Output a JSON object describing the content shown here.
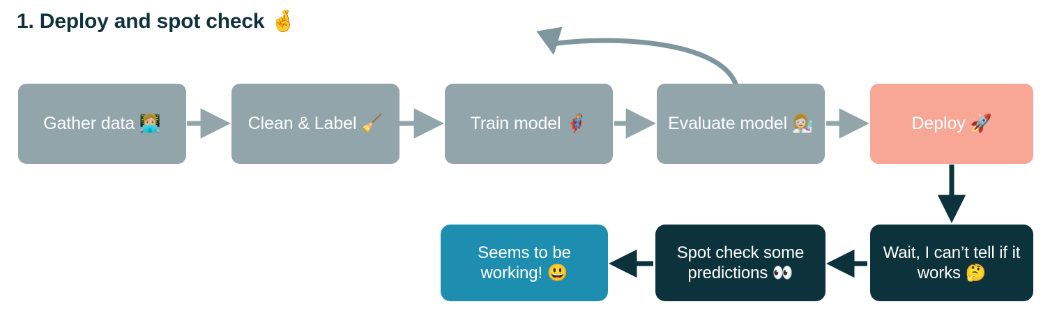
{
  "page": {
    "title": "1. Deploy and spot check 🤞",
    "background_color": "#ffffff"
  },
  "colors": {
    "grey_blue": "#92a5ab",
    "coral": "#f8a696",
    "teal": "#1e8eb0",
    "dark_teal": "#0c323b",
    "title_text": "#10323c",
    "box_text": "#ffffff"
  },
  "flow": {
    "top_row": [
      {
        "id": "gather-data",
        "label": "Gather data 👩🏼‍💻",
        "color": "#92a5ab"
      },
      {
        "id": "clean-label",
        "label": "Clean & Label 🧹",
        "color": "#92a5ab"
      },
      {
        "id": "train-model",
        "label": "Train model 🦸🏼‍♀️",
        "color": "#92a5ab"
      },
      {
        "id": "evaluate-model",
        "label": "Evaluate model 👩🏼‍🔬",
        "color": "#92a5ab"
      },
      {
        "id": "deploy",
        "label": "Deploy 🚀",
        "color": "#f8a696"
      }
    ],
    "bottom_row": [
      {
        "id": "seems-working",
        "label": "Seems to be working! 😃",
        "color": "#1e8eb0"
      },
      {
        "id": "spot-check",
        "label": "Spot check some predictions 👀",
        "color": "#0c323b"
      },
      {
        "id": "wait-cant-tell",
        "label": "Wait, I can’t tell if it works 🤔",
        "color": "#0c323b"
      }
    ],
    "connectors": [
      {
        "id": "gather-to-clean",
        "from": "gather-data",
        "to": "clean-label",
        "style": "straight-right",
        "color": "#92a5ab"
      },
      {
        "id": "clean-to-train",
        "from": "clean-label",
        "to": "train-model",
        "style": "straight-right",
        "color": "#92a5ab"
      },
      {
        "id": "train-to-evaluate",
        "from": "train-model",
        "to": "evaluate-model",
        "style": "straight-right",
        "color": "#92a5ab"
      },
      {
        "id": "evaluate-to-deploy",
        "from": "evaluate-model",
        "to": "deploy",
        "style": "straight-right",
        "color": "#92a5ab"
      },
      {
        "id": "evaluate-back-train",
        "from": "evaluate-model",
        "to": "train-model",
        "style": "curved-loop-up",
        "color": "#7f969e"
      },
      {
        "id": "deploy-to-wait",
        "from": "deploy",
        "to": "wait-cant-tell",
        "style": "straight-down",
        "color": "#0c323b"
      },
      {
        "id": "wait-to-spot-check",
        "from": "wait-cant-tell",
        "to": "spot-check",
        "style": "straight-left",
        "color": "#0c323b"
      },
      {
        "id": "spot-check-to-seems",
        "from": "spot-check",
        "to": "seems-working",
        "style": "straight-left",
        "color": "#0c323b"
      }
    ]
  }
}
